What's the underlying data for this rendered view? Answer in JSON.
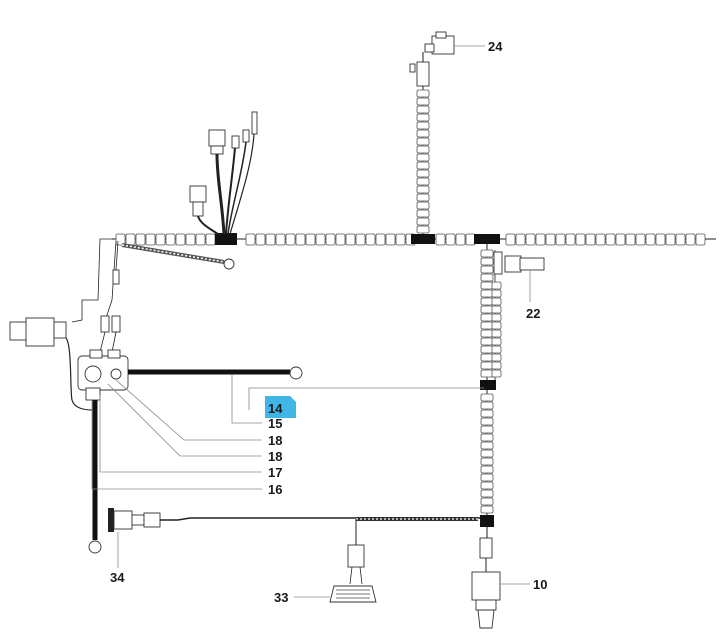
{
  "diagram": {
    "callouts": {
      "c24": "24",
      "c22": "22",
      "c14": "14",
      "c15": "15",
      "c18a": "18",
      "c18b": "18",
      "c17": "17",
      "c16": "16",
      "c34": "34",
      "c33": "33",
      "c10": "10"
    },
    "highlight_color": "#3fb6e6"
  }
}
